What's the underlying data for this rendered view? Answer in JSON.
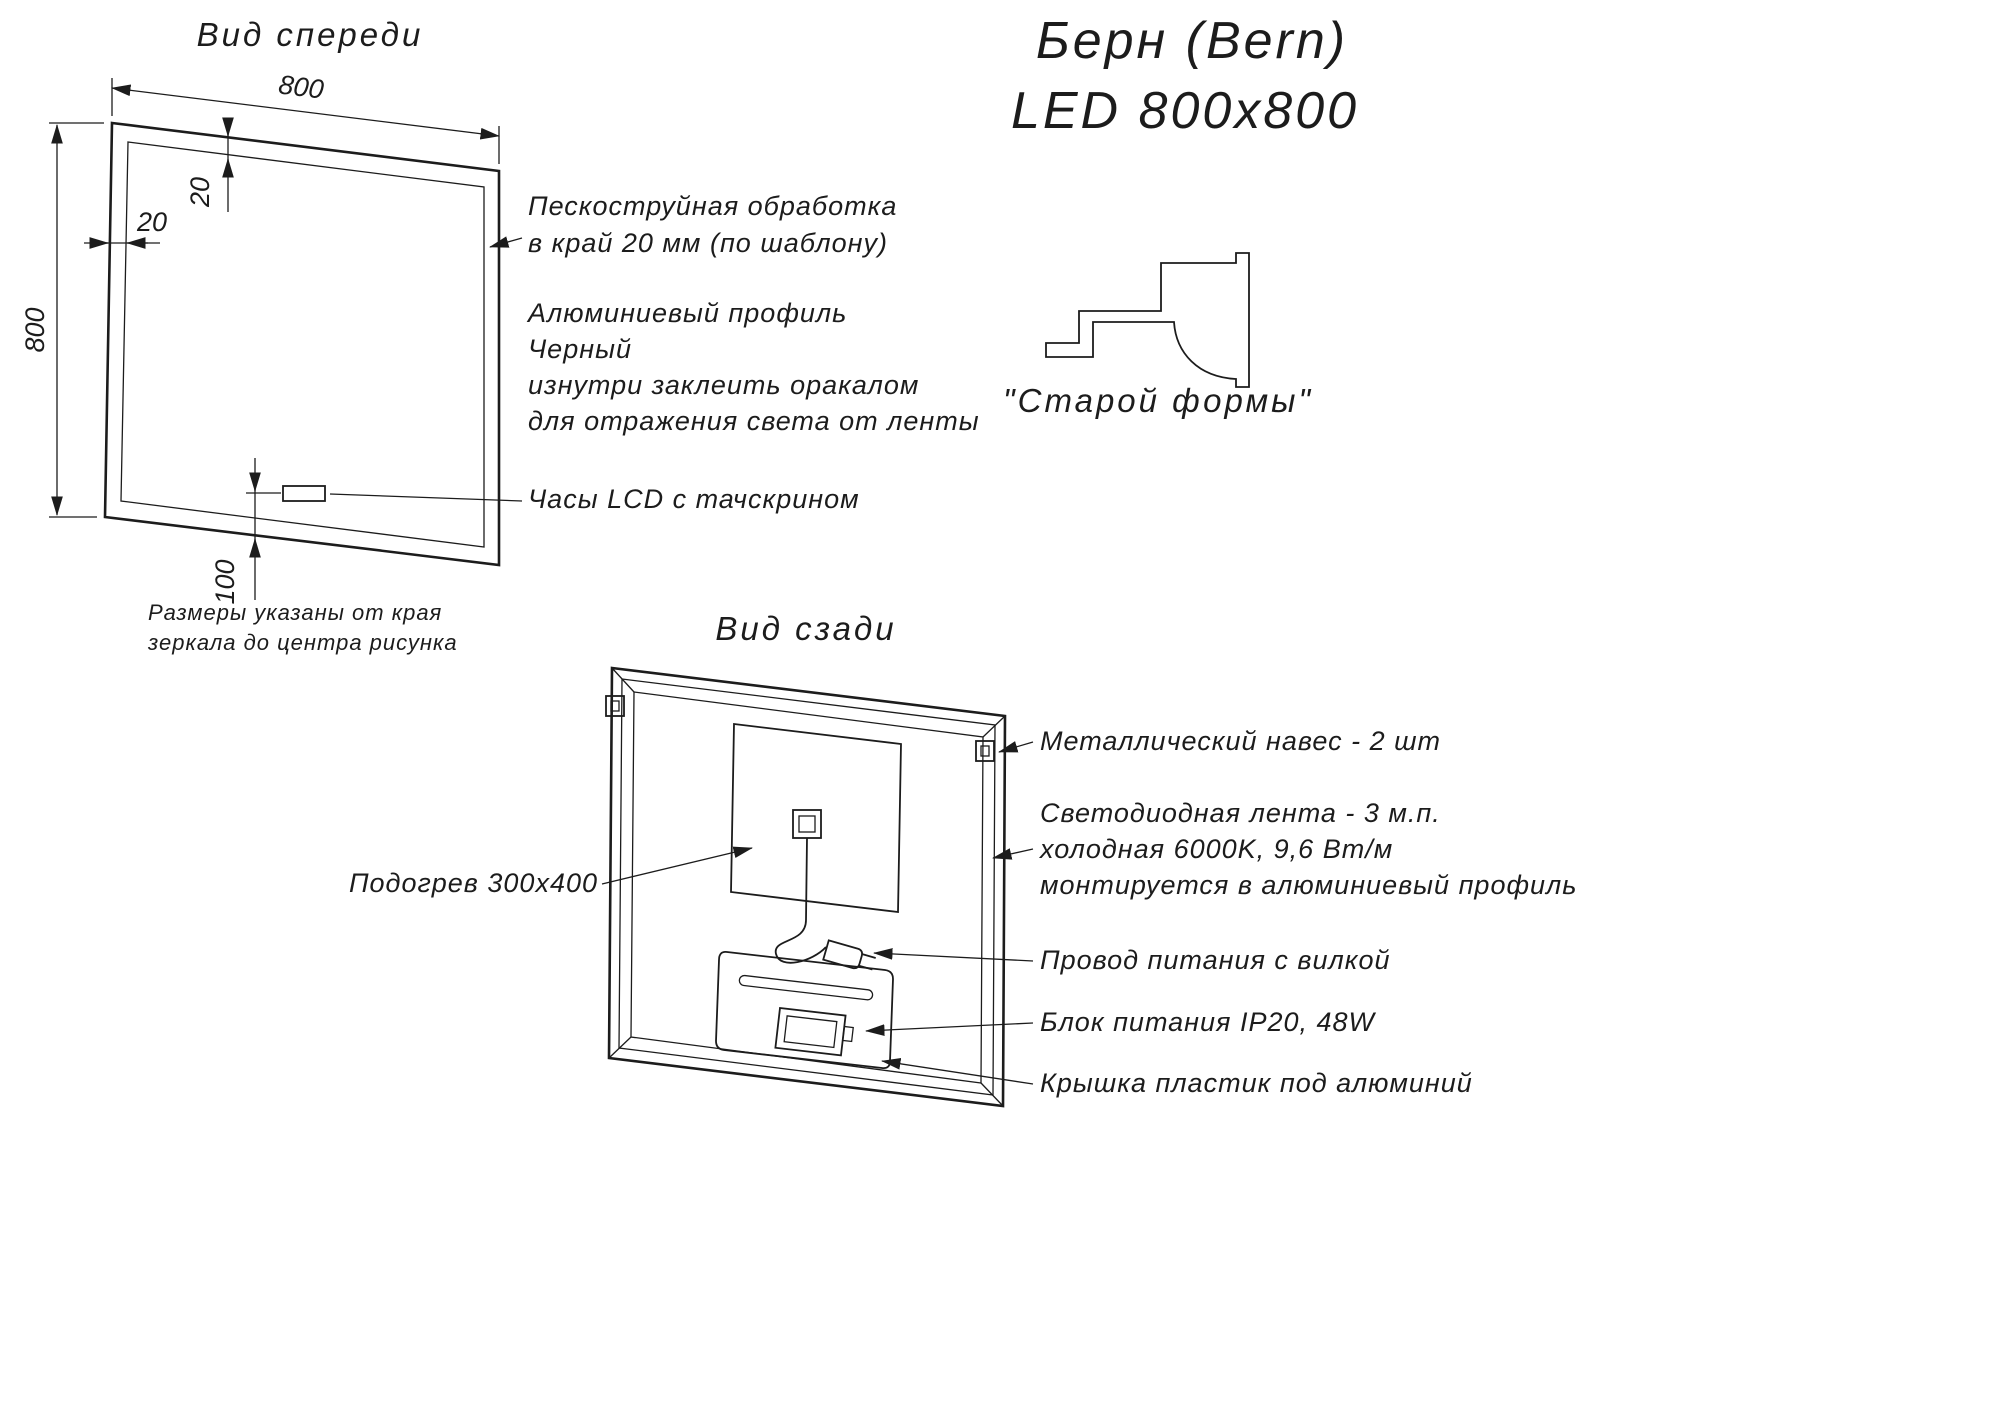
{
  "title": {
    "line1": "Берн (Bern)",
    "line2": "LED 800x800"
  },
  "front_view": {
    "label": "Вид спереди",
    "dims": {
      "width": "800",
      "height": "800",
      "edge_top": "20",
      "edge_left": "20",
      "clock_offset": "100"
    },
    "notes": {
      "sandblast": [
        "Пескоструйная обработка",
        "в край 20 мм (по шаблону)"
      ],
      "profile": [
        "Алюминиевый профиль",
        "Черный",
        "изнутри заклеить оракалом",
        "для отражения света от ленты"
      ],
      "clock": "Часы LCD с тачскрином",
      "dims_note": [
        "Размеры указаны от края",
        "зеркала до центра рисунка"
      ]
    }
  },
  "profile_section": {
    "label": "\"Старой формы\""
  },
  "back_view": {
    "label": "Вид сзади",
    "notes": {
      "heater": "Подогрев 300x400",
      "hanger": "Металлический навес - 2 шт",
      "led": [
        "Светодиодная лента - 3 м.п.",
        "холодная 6000K, 9,6 Вт/м",
        "монтируется в алюминиевый профиль"
      ],
      "cable": "Провод питания с вилкой",
      "psu": "Блок питания IP20, 48W",
      "cover": "Крышка пластик под алюминий"
    }
  },
  "colors": {
    "ink": "#1c1c1c",
    "background": "#ffffff"
  }
}
